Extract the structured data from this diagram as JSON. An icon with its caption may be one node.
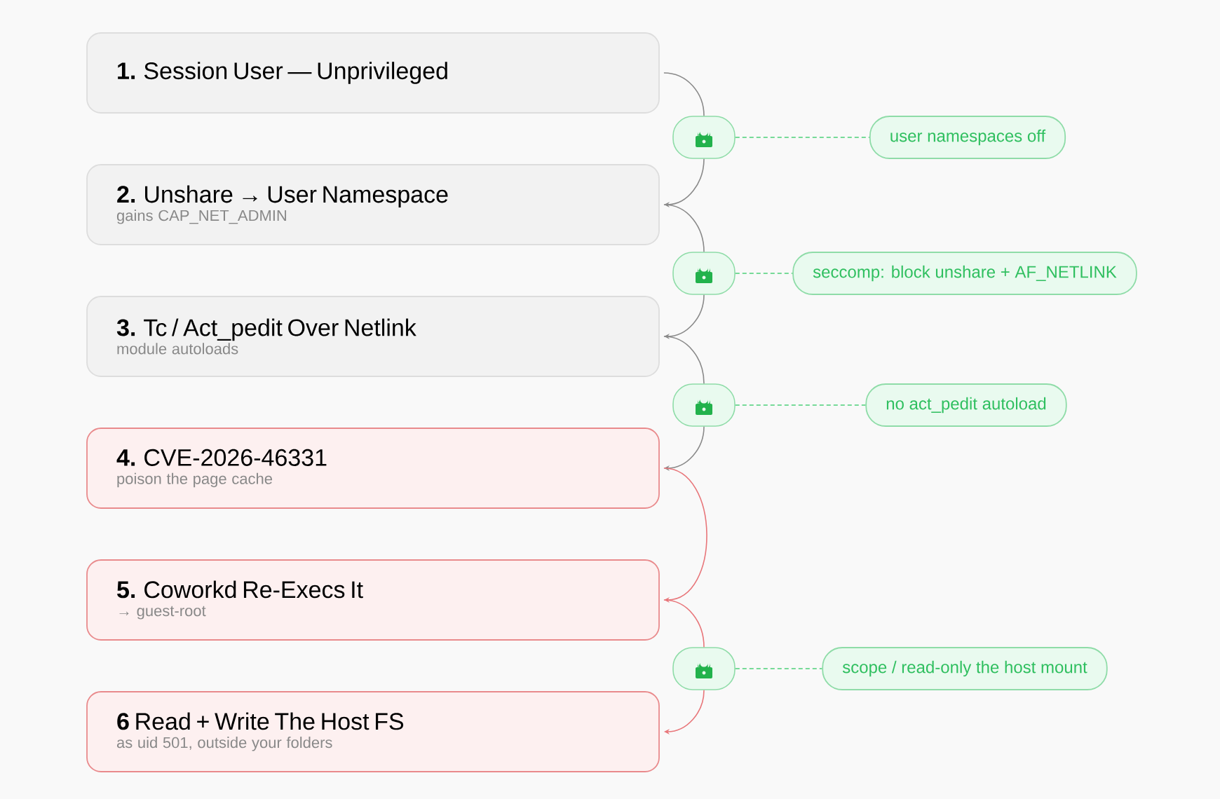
{
  "diagram": {
    "nodes": [
      {
        "text": [
          "**1.** Session User — Unprivileged"
        ]
      },
      {
        "text": [
          "**2.** Unshare → User Namespace",
          "gains CAP_NET_ADMIN"
        ]
      },
      {
        "text": [
          "**3.** Tc / Act_pedit Over Netlink",
          "module autoloads"
        ]
      },
      {
        "text": [
          "**4.** CVE-2026-46331",
          "poison the page cache"
        ]
      },
      {
        "text": [
          "**5.** Coworkd Re-Execs It",
          "→ guest-root"
        ]
      },
      {
        "text": [
          "**6** Read + Write The Host FS",
          "as uid 501, outside your folders"
        ]
      },
      {
        "text": [],
        "shape": "lock"
      },
      {
        "text": [
          "user namespaces off"
        ]
      },
      {
        "text": [],
        "shape": "lock"
      },
      {
        "text": [
          "seccomp: block unshare + AF_NETLINK"
        ]
      },
      {
        "text": [],
        "shape": "lock"
      },
      {
        "text": [
          "no act_pedit autoload"
        ]
      },
      {
        "text": [],
        "shape": "lock"
      },
      {
        "text": [
          "scope / read-only the host mount"
        ]
      }
    ],
    "edges": [
      {
        "from": 0,
        "to": 6,
        "arrow": "none",
        "color": "#8a8a8a"
      },
      {
        "from": 6,
        "to": 1,
        "arrow": "to",
        "color": "#8a8a8a"
      },
      {
        "from": 1,
        "to": 8,
        "arrow": "none",
        "color": "#8a8a8a"
      },
      {
        "from": 8,
        "to": 2,
        "arrow": "to",
        "color": "#8a8a8a"
      },
      {
        "from": 2,
        "to": 10,
        "arrow": "none",
        "color": "#8a8a8a"
      },
      {
        "from": 10,
        "to": 3,
        "arrow": "to",
        "color": "#8a8a8a"
      },
      {
        "from": 3,
        "to": 4,
        "arrow": "to",
        "color": "#e8767a"
      },
      {
        "from": 4,
        "to": 12,
        "arrow": "none",
        "color": "#e8767a"
      },
      {
        "from": 12,
        "to": 5,
        "arrow": "to",
        "color": "#e8767a"
      },
      {
        "from": 6,
        "to": 7,
        "arrow": "none",
        "style": "dashed",
        "color": "#4ccf78"
      },
      {
        "from": 8,
        "to": 9,
        "arrow": "none",
        "style": "dashed",
        "color": "#4ccf78"
      },
      {
        "from": 10,
        "to": 11,
        "arrow": "none",
        "style": "dashed",
        "color": "#4ccf78"
      },
      {
        "from": 12,
        "to": 13,
        "arrow": "none",
        "style": "dashed",
        "color": "#4ccf78"
      }
    ]
  }
}
